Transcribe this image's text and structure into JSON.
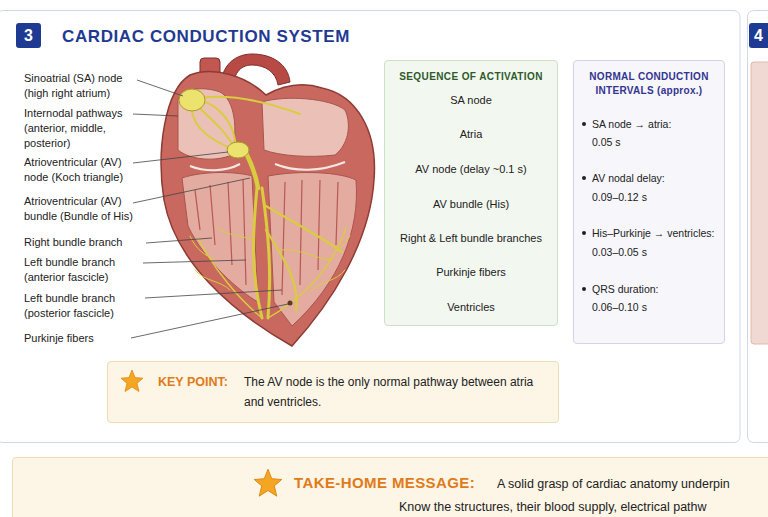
{
  "diagram": {
    "title": "CARDIAC CONDUCTION SYSTEM",
    "nodes": [
      {
        "text": [
          "3"
        ]
      },
      {
        "text": [
          "4"
        ]
      },
      {
        "text": [
          "SEQUENCE OF ACTIVATION"
        ]
      },
      {
        "text": [
          "SA node"
        ],
        "in": 2
      },
      {
        "text": [
          "Atria"
        ],
        "in": 2
      },
      {
        "text": [
          "AV node (delay ~0.1 s)"
        ],
        "in": 2
      },
      {
        "text": [
          "AV bundle (His)"
        ],
        "in": 2
      },
      {
        "text": [
          "Right & Left bundle branches"
        ],
        "in": 2
      },
      {
        "text": [
          "Purkinje fibers"
        ],
        "in": 2
      },
      {
        "text": [
          "Ventricles"
        ],
        "in": 2
      },
      {
        "text": [
          "NORMAL CONDUCTION INTERVALS (approx.)",
          "SA node → atria:",
          "0.05 s",
          "AV nodal delay:",
          "0.09–0.12 s",
          "His–Purkinje → ventricles:",
          "0.03–0.05 s",
          "QRS duration:",
          "0.06–0.10 s"
        ]
      },
      {
        "text": [
          "KEY POINT:",
          "The AV node is the only normal pathway between atria and ventricles."
        ]
      },
      {
        "text": [
          "TAKE-HOME MESSAGE:",
          "A solid grasp of cardiac anatomy underpin",
          "Know the structures, their blood supply, electrical pathw"
        ]
      }
    ],
    "edges": [
      {
        "from": 3,
        "to": 4,
        "arrow": "to"
      },
      {
        "from": 4,
        "to": 5,
        "arrow": "to"
      },
      {
        "from": 5,
        "to": 6,
        "arrow": "to"
      },
      {
        "from": 6,
        "to": 7,
        "arrow": "to"
      },
      {
        "from": 7,
        "to": 8,
        "arrow": "to"
      },
      {
        "from": 8,
        "to": 9,
        "arrow": "to"
      }
    ],
    "labels": [
      "Sinoatrial (SA) node (high right atrium)",
      "Internodal pathways (anterior, middle, posterior)",
      "Atrioventricular (AV) node (Koch triangle)",
      "Atrioventricular (AV) bundle (Bundle of His)",
      "Right bundle branch",
      "Left bundle branch (anterior fascicle)",
      "Left bundle branch (posterior fascicle)",
      "Purkinje fibers"
    ]
  }
}
